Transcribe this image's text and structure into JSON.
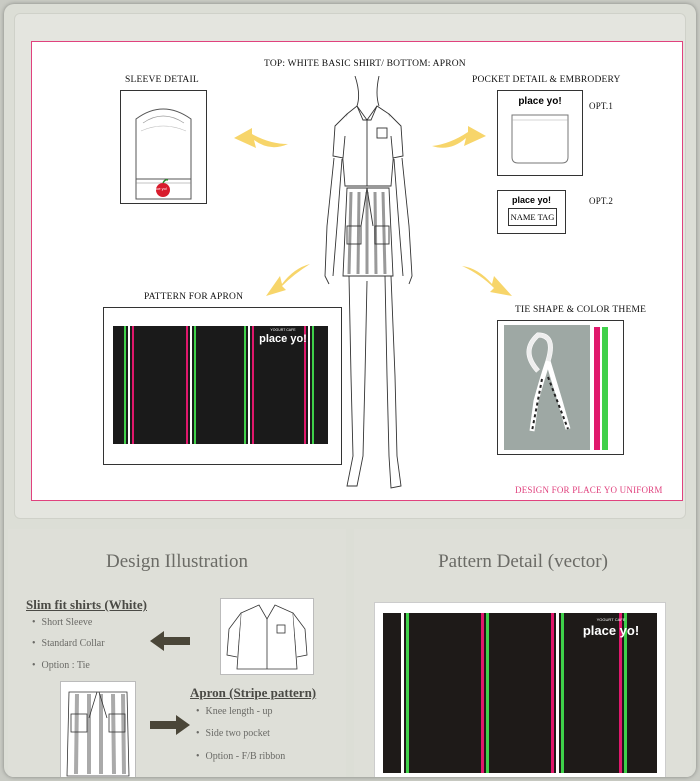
{
  "sheet": {
    "title": "TOP: WHITE BASIC SHIRT/ BOTTOM: APRON",
    "sleeve_label": "SLEEVE DETAIL",
    "pocket_label": "POCKET DETAIL & EMBRODERY",
    "opt1": "OPT.1",
    "opt2": "OPT.2",
    "brand": "place yo!",
    "brand_tag": "YOGURT CAFE",
    "name_tag": "NAME TAG",
    "pattern_label": "PATTERN FOR APRON",
    "tie_label": "TIE SHAPE & COLOR THEME",
    "footer": "DESIGN FOR PLACE YO UNIFORM",
    "sleeve_badge": "place yo!"
  },
  "left_panel": {
    "heading": "Design Illustration",
    "shirt_title": "Slim fit shirts (White)",
    "shirt_bullets": [
      "Short Sleeve",
      "Standard Collar",
      "Option : Tie"
    ],
    "apron_title": "Apron (Stripe pattern)",
    "apron_bullets": [
      "Knee length - up",
      "Side two pocket",
      "Option - F/B ribbon"
    ]
  },
  "right_panel": {
    "heading": "Pattern Detail (vector)"
  },
  "colors": {
    "accent": "#e0427e",
    "green": "#3fd14a",
    "magenta": "#e0186c",
    "arrow": "#f7d56a",
    "dark_arrow": "#4a4638"
  }
}
